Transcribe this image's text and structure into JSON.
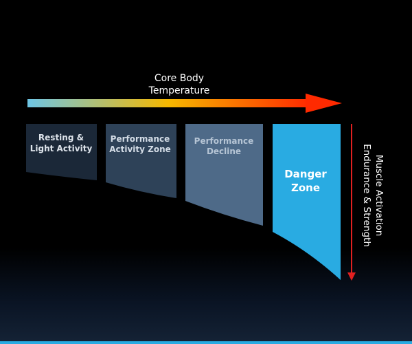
{
  "top_arrow": {
    "label_line1": "Core Body",
    "label_line2": "Temperature"
  },
  "zones": [
    {
      "line1": "Resting &",
      "line2": "Light Activity",
      "fill": "#1b2838",
      "text_color": "#dde3ea"
    },
    {
      "line1": "Performance",
      "line2": "Activity Zone",
      "fill": "#2e4258",
      "text_color": "#d3dce6"
    },
    {
      "line1": "Performance",
      "line2": "Decline",
      "fill": "#4e6a88",
      "text_color": "#b6c5d5"
    },
    {
      "line1": "Danger",
      "line2": "Zone",
      "fill": "#29abe2",
      "text_color": "#ffffff"
    }
  ],
  "side_arrow": {
    "label_line1": "Muscle Activation",
    "label_line2": "Endurance & Strength",
    "color": "#e02020"
  },
  "colors": {
    "gradient_start": "#6ec6e6",
    "gradient_mid": "#f6b800",
    "gradient_end": "#ff2a00",
    "accent_bar": "#29abe2"
  }
}
